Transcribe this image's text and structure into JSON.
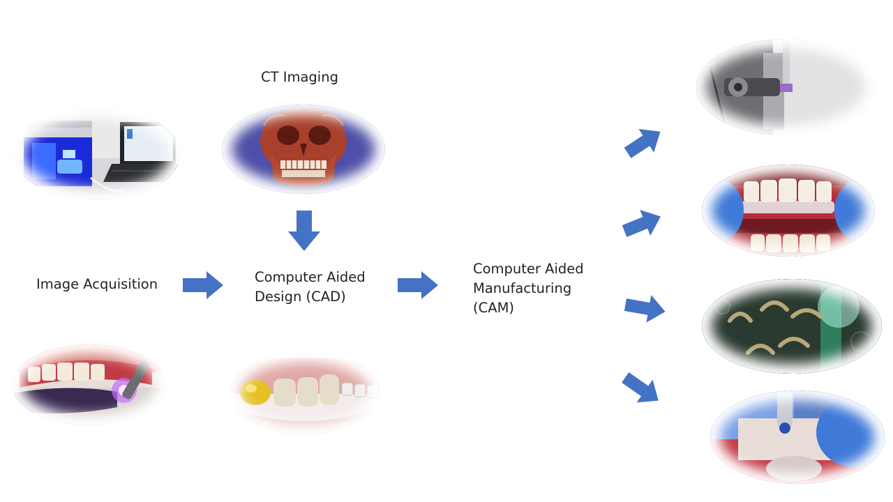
{
  "diagram": {
    "ct_imaging_label": "CT Imaging",
    "image_acquisition_label": "Image Acquisition",
    "cad_label": [
      "Computer Aided",
      "Design (CAD)"
    ],
    "cam_label": [
      "Computer Aided",
      "Manufacturing",
      "(CAM)"
    ]
  },
  "colors": {
    "arrow": "#4472C4",
    "ct_background": "#4f4fa8",
    "scanner_blue": "#1f3cff",
    "glove_blue": "#3f7ad8",
    "gum_red": "#c23a45"
  },
  "images": [
    "intraoral-scanner-workstation-photo",
    "ct-skull-render-photo",
    "intraoral-scan-photo",
    "cad-crown-design-photo",
    "milling-machine-photo",
    "clear-aligner-fitting-photo",
    "3d-printed-aligners-photo",
    "implant-surgery-photo"
  ]
}
